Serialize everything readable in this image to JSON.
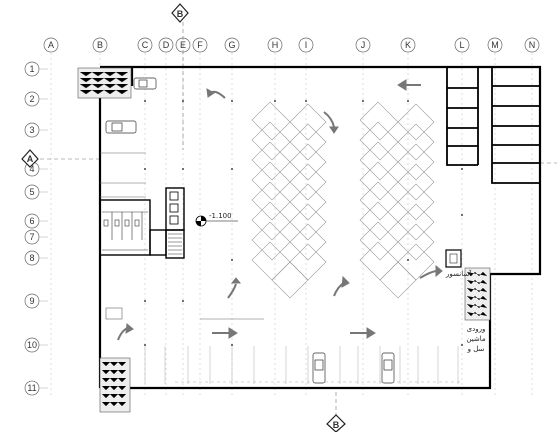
{
  "grid": {
    "columns": [
      "A",
      "B",
      "C",
      "D",
      "E",
      "F",
      "G",
      "H",
      "I",
      "J",
      "K",
      "L",
      "M",
      "N"
    ],
    "rows": [
      "1",
      "2",
      "3",
      "4",
      "5",
      "6",
      "7",
      "8",
      "9",
      "10",
      "11"
    ]
  },
  "section_marks": {
    "top": "B",
    "bottom": "B",
    "left": "A"
  },
  "level_marker": "-1.100",
  "elevator_label": "آسانسور",
  "entry_label_lines": [
    "ورودی",
    "ماشین",
    "سل و"
  ]
}
